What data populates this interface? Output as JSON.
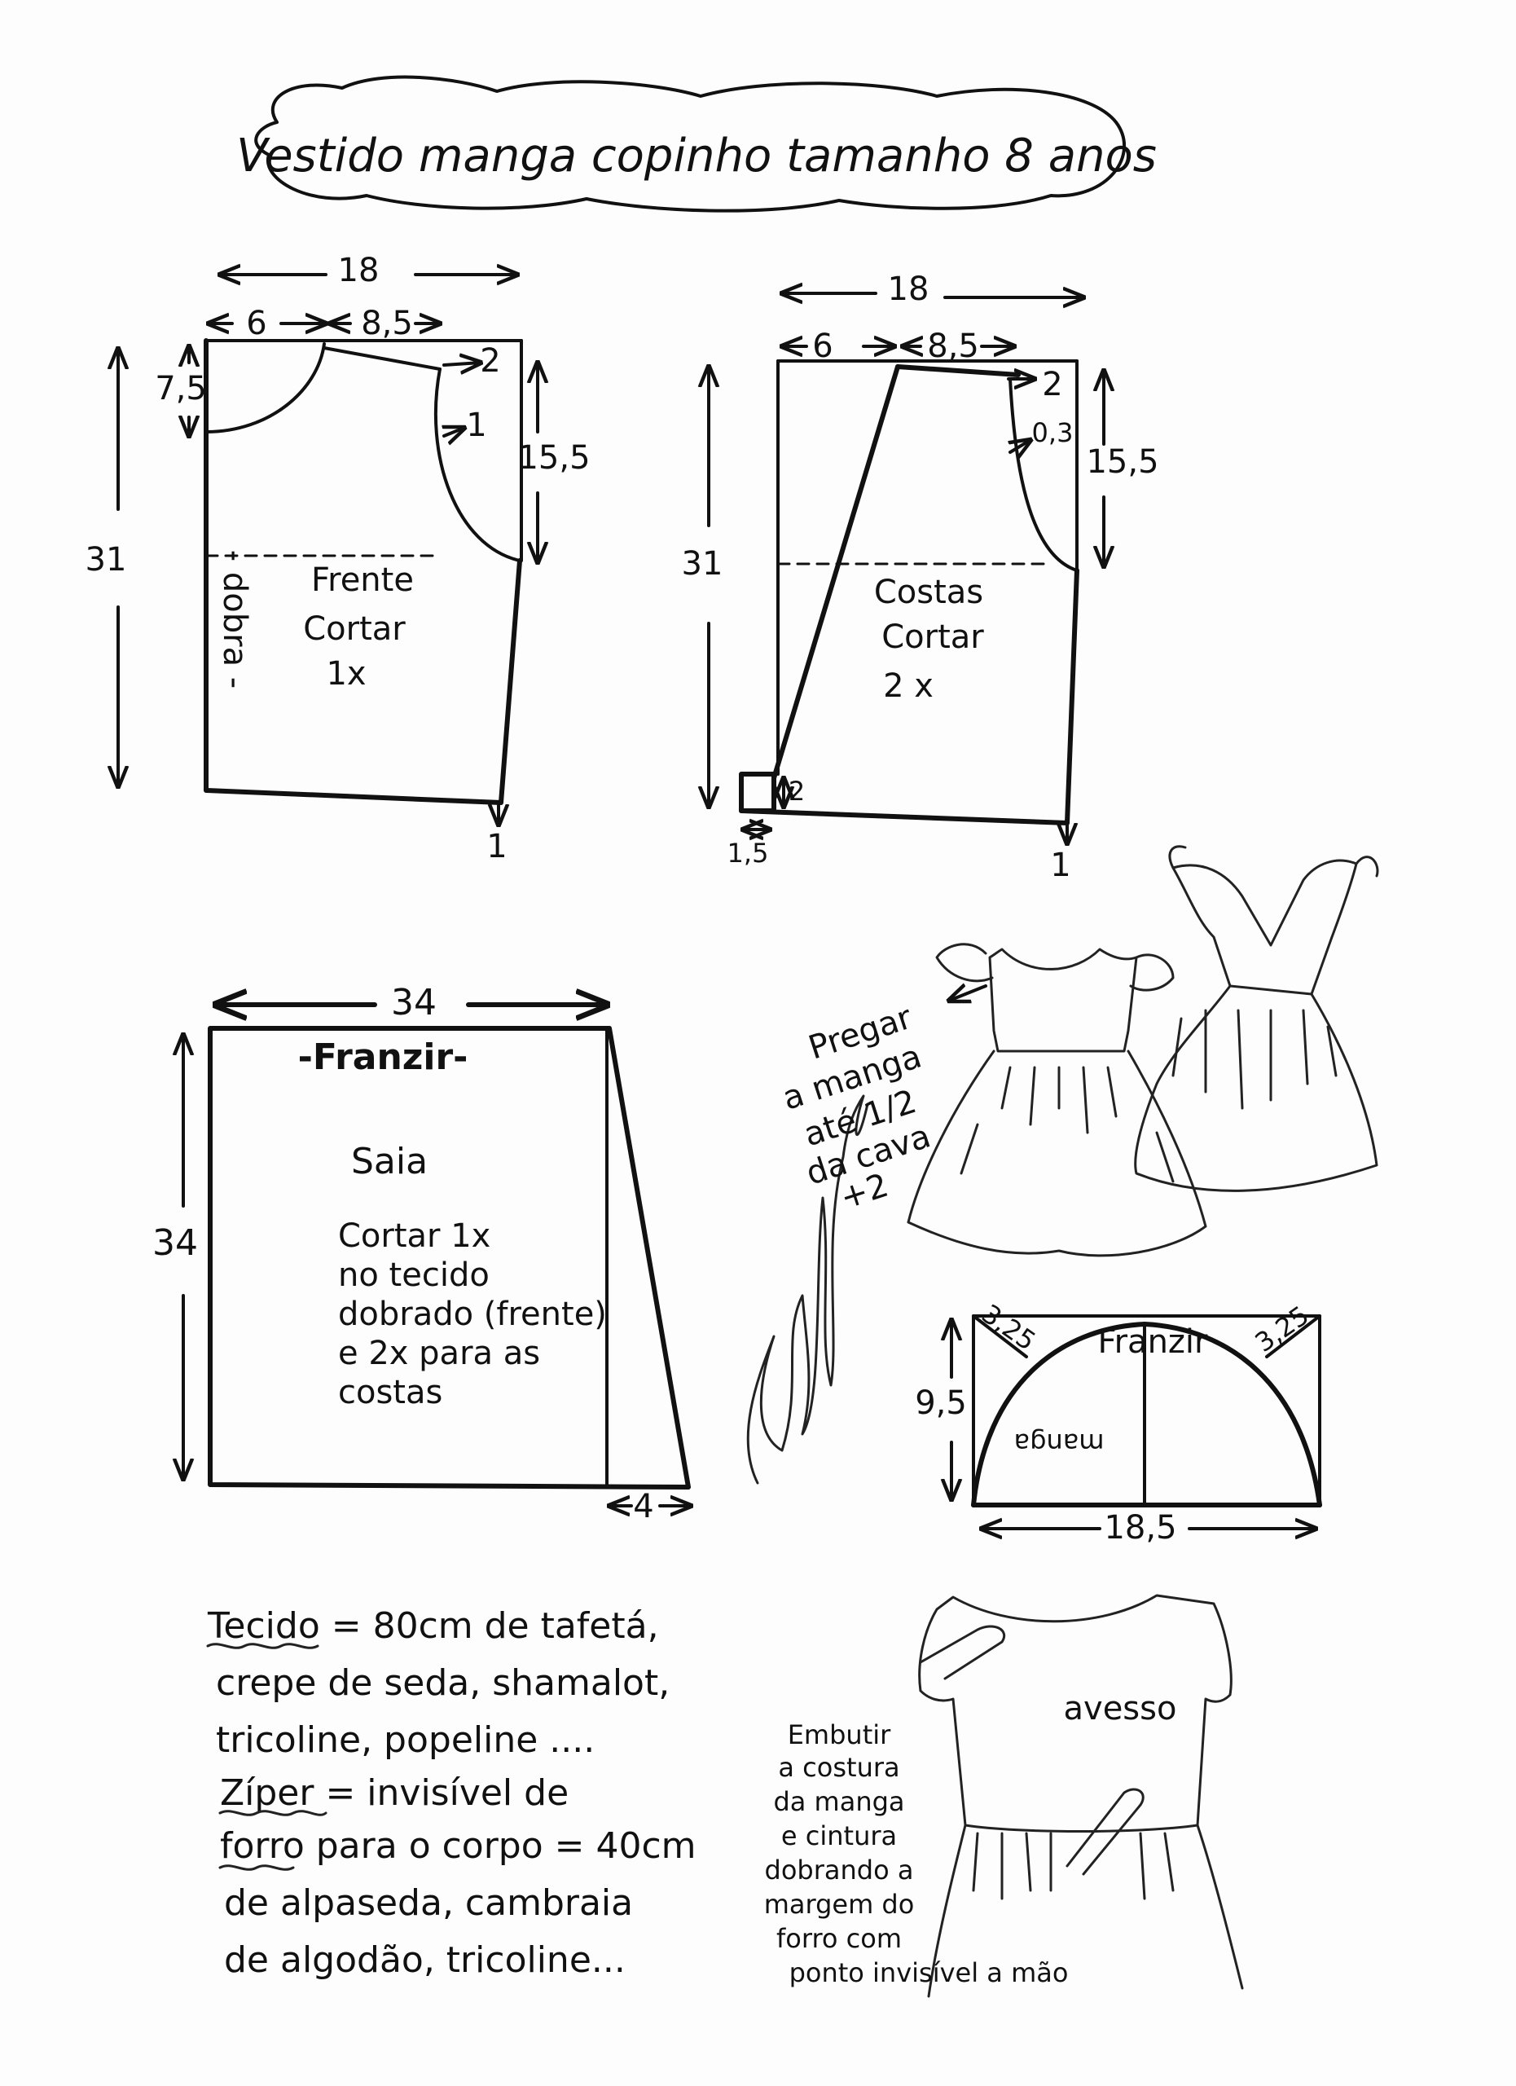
{
  "title": "Vestido manga copinho tamanho 8 anos",
  "front_piece": {
    "width_total": "18",
    "neck_width": "6",
    "shoulder_width": "8,5",
    "neck_depth": "7,5",
    "shoulder_drop": "2",
    "armhole_curve": "1",
    "armhole_depth": "15,5",
    "length": "31",
    "fold_label": "- dobra -",
    "name": "Frente",
    "cut_label": "Cortar",
    "cut_count": "1x",
    "hem_flare": "1"
  },
  "back_piece": {
    "width_total": "18",
    "neck_width": "6",
    "shoulder_width": "8,5",
    "shoulder_drop": "2",
    "armhole_curve": "0,3",
    "armhole_depth": "15,5",
    "length": "31",
    "name": "Costas",
    "cut_label": "Cortar",
    "cut_count": "2 x",
    "step_height": "2",
    "step_width": "1,5",
    "hem_flare": "1"
  },
  "skirt": {
    "width": "34",
    "height": "34",
    "gather_label": "-Franzir-",
    "name": "Saia",
    "instructions": [
      "Cortar 1x",
      "no tecido",
      "dobrado (frente)",
      "e 2x para as",
      "costas"
    ],
    "flare": "4"
  },
  "dress_note": [
    "Pregar",
    "a manga",
    "até 1/2",
    "da cava",
    "+2"
  ],
  "sleeve": {
    "height": "9,5",
    "width": "18,5",
    "corner_left": "3,25",
    "corner_right": "3,25",
    "gather_label": "Franzir",
    "name": "manga"
  },
  "materials": [
    "Tecido = 80cm de tafetá,",
    "crepe de seda, shamalot,",
    "tricoline, popeline ....",
    "Zíper = invisível de",
    "forro para o corpo = 40cm",
    "de alpaseda, cambraia",
    "de algodão, tricoline..."
  ],
  "lining": {
    "label": "avesso",
    "note": [
      "Embutir",
      "a costura",
      "da manga",
      "e cintura",
      "dobrando a",
      "margem do",
      "forro com",
      "ponto invisível a mão"
    ]
  }
}
